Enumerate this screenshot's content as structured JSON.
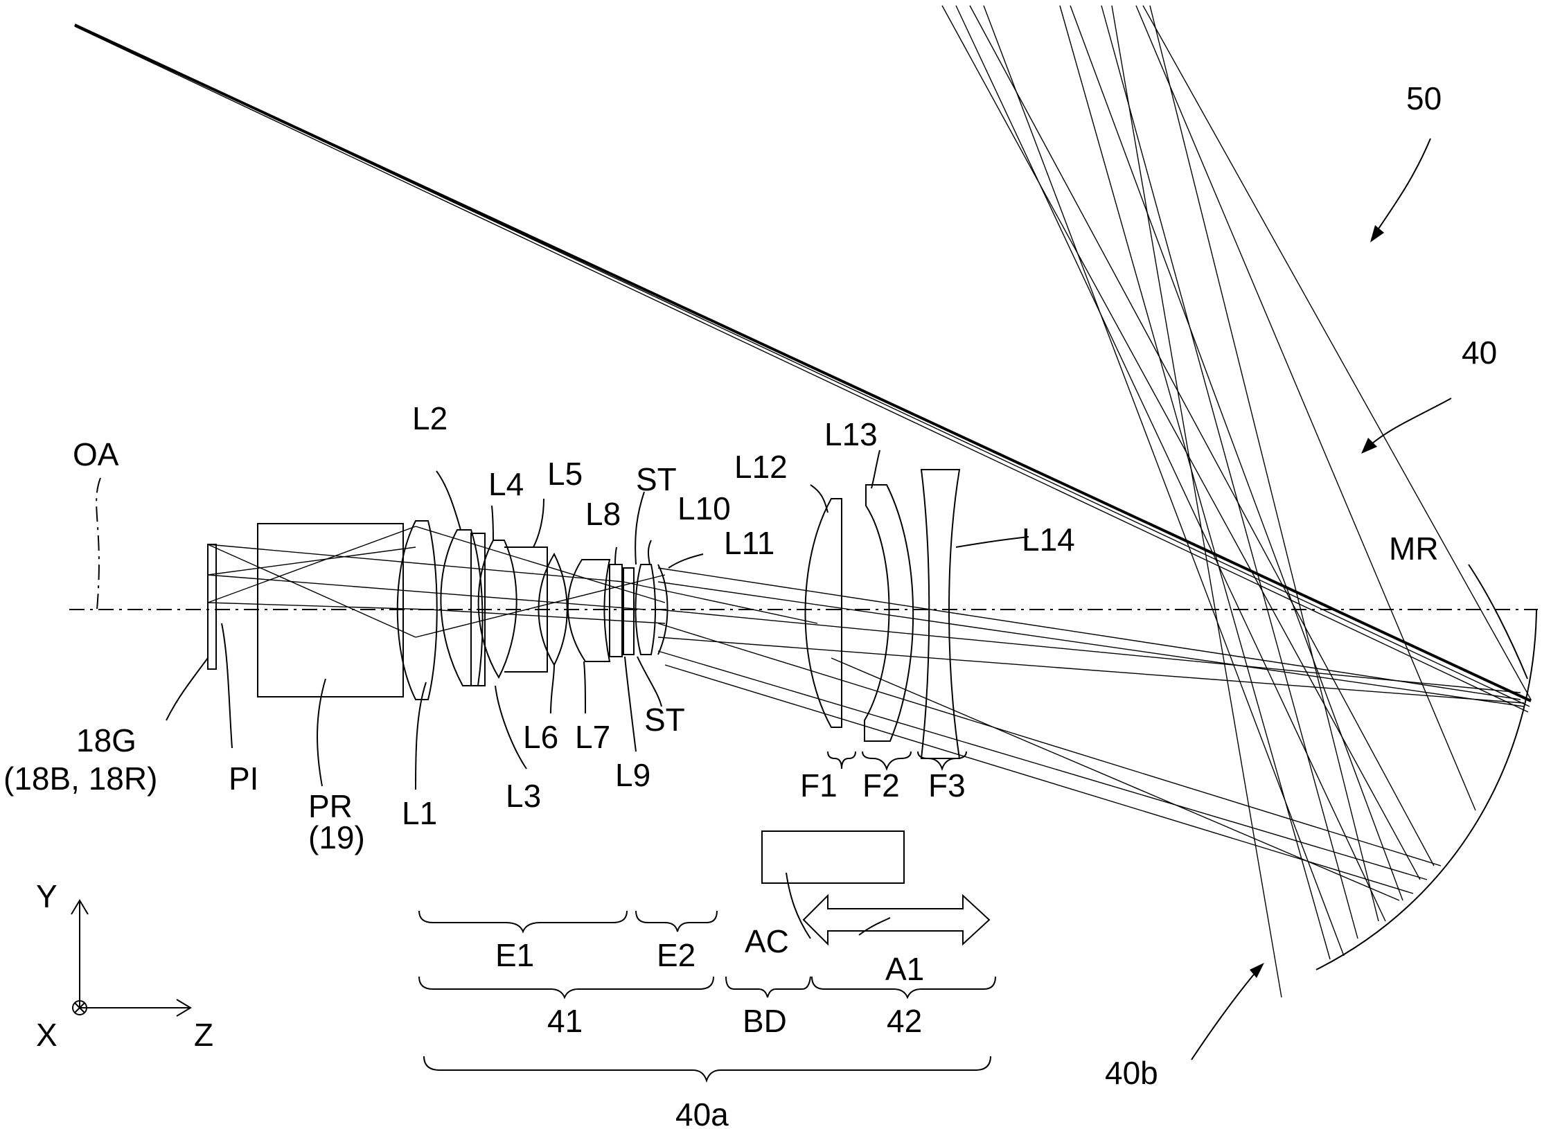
{
  "labels": {
    "n50": "50",
    "n40": "40",
    "OA": "OA",
    "MR": "MR",
    "L1": "L1",
    "L2": "L2",
    "L3": "L3",
    "L4": "L4",
    "L5": "L5",
    "L6": "L6",
    "L7": "L7",
    "L8": "L8",
    "L9": "L9",
    "L10": "L10",
    "L11": "L11",
    "L12": "L12",
    "L13": "L13",
    "L14": "L14",
    "ST_top": "ST",
    "ST_bottom": "ST",
    "F1": "F1",
    "F2": "F2",
    "F3": "F3",
    "g18G": "18G",
    "g18BR": "(18B, 18R)",
    "PI": "PI",
    "PR": "PR",
    "PR19": "(19)",
    "E1": "E1",
    "E2": "E2",
    "AC": "AC",
    "A1": "A1",
    "n41": "41",
    "BD": "BD",
    "n42": "42",
    "n40a": "40a",
    "n40b": "40b",
    "axisY": "Y",
    "axisX": "X",
    "axisZ": "Z"
  }
}
